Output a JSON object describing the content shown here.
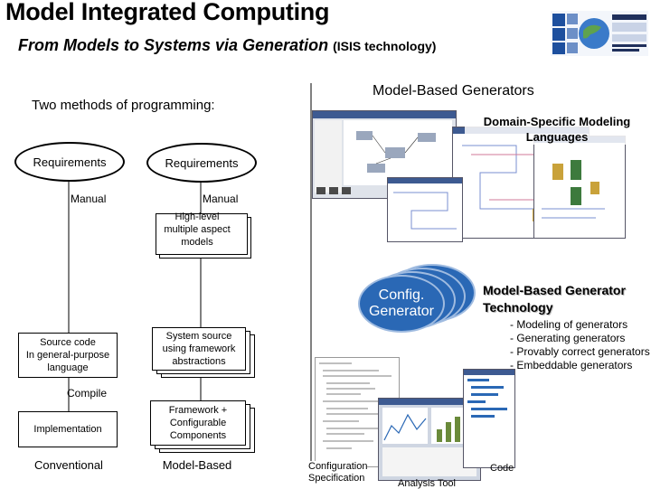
{
  "header": {
    "title": "Model Integrated Computing",
    "subtitle": "From Models to Systems via Generation",
    "subtitle_tech": "(ISIS technology)"
  },
  "left": {
    "heading": "Two methods of programming:",
    "conventional": {
      "requirements": "Requirements",
      "manual": "Manual",
      "source": [
        "Source code",
        "In general-purpose",
        "language"
      ],
      "compile": "Compile",
      "implementation": "Implementation",
      "label": "Conventional"
    },
    "model_based": {
      "requirements": "Requirements",
      "manual": "Manual",
      "models": [
        "High-level",
        "multiple aspect",
        "models"
      ],
      "system_source": [
        "System source",
        "using framework",
        "abstractions"
      ],
      "framework": [
        "Framework +",
        "Configurable",
        "Components"
      ],
      "label": "Model-Based"
    }
  },
  "right": {
    "heading": "Model-Based Generators",
    "dsml": [
      "Domain-Specific Modeling",
      "Languages"
    ],
    "generator": [
      "Config.",
      "Generator"
    ],
    "technology": [
      "Model-Based Generator",
      "Technology"
    ],
    "bullets": [
      "- Modeling of generators",
      "- Generating generators",
      "- Provably correct generators",
      "- Embeddable generators"
    ],
    "config_spec": [
      "Configuration",
      "Specification"
    ],
    "analysis_tool": "Analysis Tool",
    "code": "Code"
  },
  "colors": {
    "generator_blue": "#2a68b5",
    "logo_blue": "#1d4f9e"
  }
}
